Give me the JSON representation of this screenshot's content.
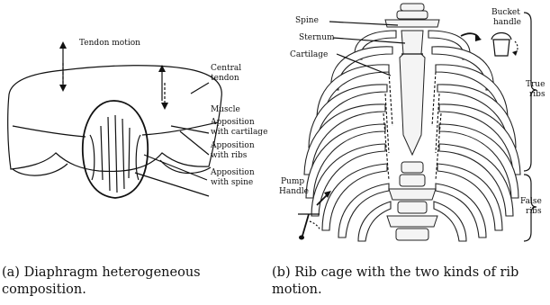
{
  "panel_a": {
    "tendon_motion": "Tendon motion",
    "central_tendon_l1": "Central",
    "central_tendon_l2": "tendon",
    "muscle": "Muscle",
    "appos_cart_l1": "Apposition",
    "appos_cart_l2": "with cartilage",
    "appos_ribs_l1": "Apposition",
    "appos_ribs_l2": "with ribs",
    "appos_spine_l1": "Apposition",
    "appos_spine_l2": "with spine",
    "caption_tag": "(a)",
    "caption_text": "Diaphragm heterogeneous composition."
  },
  "panel_b": {
    "spine": "Spine",
    "sternum": "Sternum",
    "cartilage": "Cartilage",
    "bucket_l1": "Bucket",
    "bucket_l2": "handle",
    "true_l1": "True",
    "true_l2": "ribs",
    "false_l1": "False",
    "false_l2": "ribs",
    "pump_l1": "Pump",
    "pump_l2": "Handle",
    "caption_tag": "(b)",
    "caption_text": "Rib cage with the two kinds of rib motion."
  }
}
